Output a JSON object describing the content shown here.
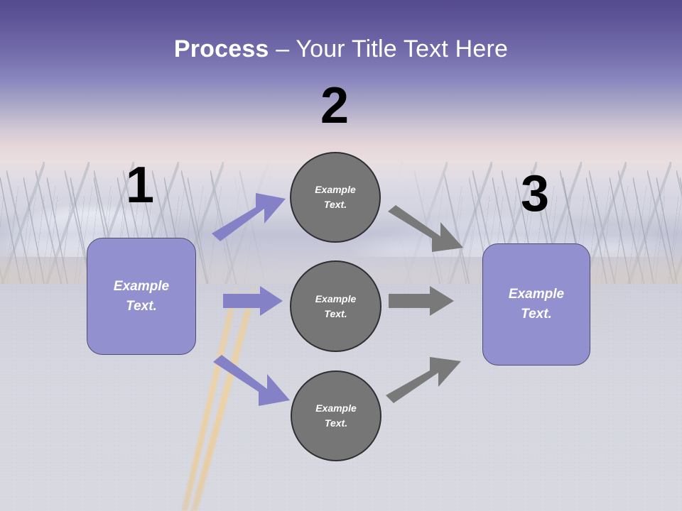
{
  "slide": {
    "title": {
      "strong": "Process",
      "rest": " – Your Title Text Here"
    },
    "theme": {
      "title_color": "#ffffff",
      "sky_top_color": "#554a8f",
      "box_fill": "#9290ce",
      "box_border": "#4f4d6e",
      "circle_fill": "#767676",
      "circle_border": "#2f2f33",
      "arrow_purple": "#8481c6",
      "arrow_gray": "#797979",
      "number_color": "#000000"
    },
    "step_numbers": [
      {
        "id": "1",
        "label": "1"
      },
      {
        "id": "2",
        "label": "2"
      },
      {
        "id": "3",
        "label": "3"
      }
    ],
    "start_box": {
      "line1": "Example",
      "line2": "Text."
    },
    "end_box": {
      "line1": "Example",
      "line2": "Text."
    },
    "circles": [
      {
        "id": "top",
        "line1": "Example",
        "line2": "Text."
      },
      {
        "id": "middle",
        "line1": "Example",
        "line2": "Text."
      },
      {
        "id": "bottom",
        "line1": "Example",
        "line2": "Text."
      }
    ],
    "arrows": [
      {
        "id": "start-to-top",
        "color": "purple",
        "direction": "up-right"
      },
      {
        "id": "start-to-middle",
        "color": "purple",
        "direction": "right"
      },
      {
        "id": "start-to-bottom",
        "color": "purple",
        "direction": "down-right"
      },
      {
        "id": "top-to-end",
        "color": "gray",
        "direction": "down-right"
      },
      {
        "id": "middle-to-end",
        "color": "gray",
        "direction": "right"
      },
      {
        "id": "bottom-to-end",
        "color": "gray",
        "direction": "up-right"
      }
    ]
  }
}
